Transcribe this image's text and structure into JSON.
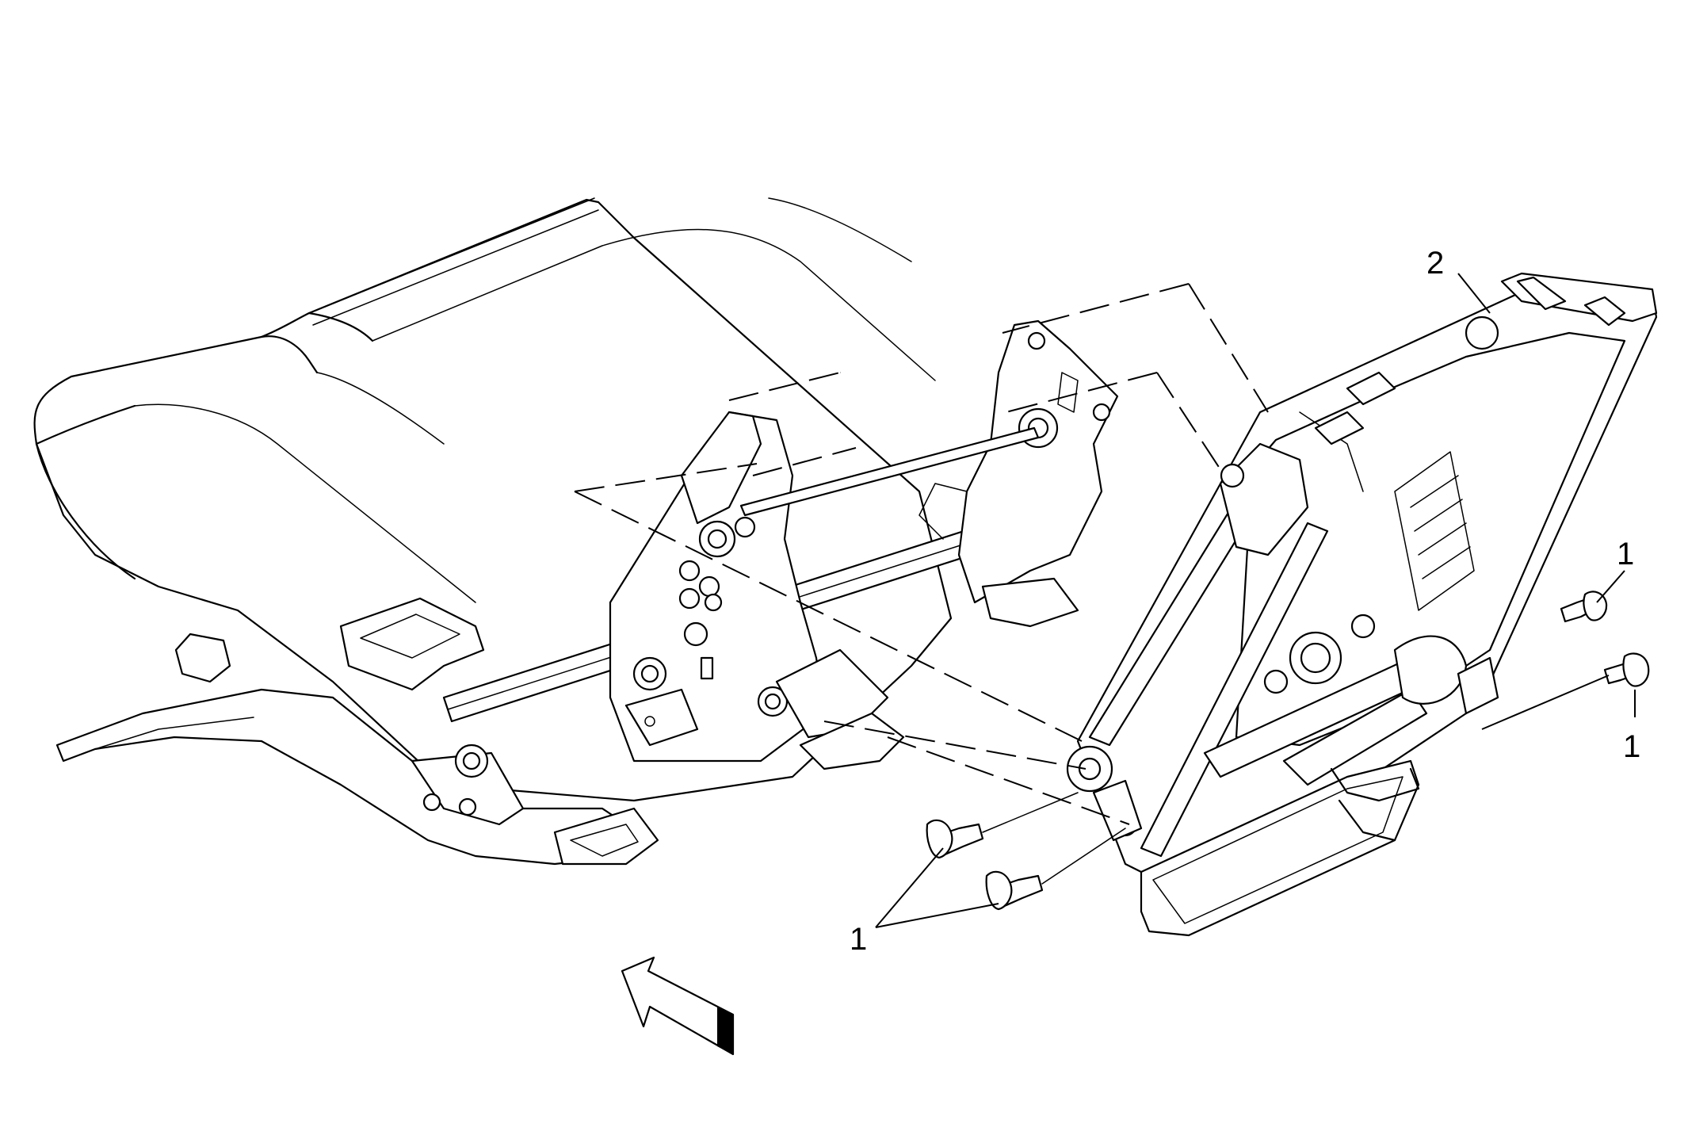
{
  "callouts": {
    "fastener_left": "1",
    "fastener_right_upper": "1",
    "fastener_right_lower": "1",
    "seatback_frame": "2"
  },
  "icons": {
    "direction_arrow": "forward-arrow-icon"
  }
}
